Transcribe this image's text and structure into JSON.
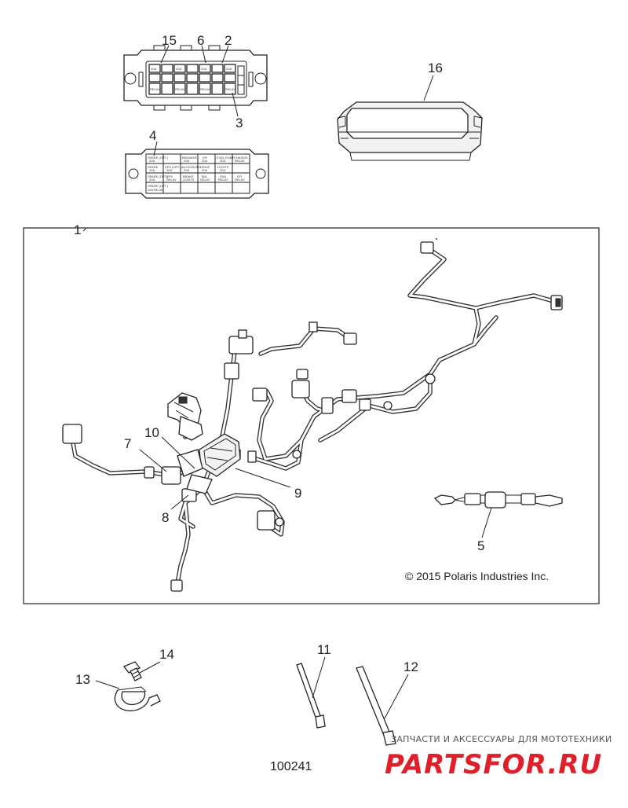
{
  "callouts": {
    "c1": "1",
    "c2": "2",
    "c3": "3",
    "c4": "4",
    "c5": "5",
    "c6": "6",
    "c7": "7",
    "c8": "8",
    "c9": "9",
    "c10": "10",
    "c11": "11",
    "c12": "12",
    "c13": "13",
    "c14": "14",
    "c15": "15",
    "c16": "16"
  },
  "copyright": "© 2015 Polaris Industries Inc.",
  "diagram_ref": "100241",
  "watermark": {
    "tagline": "ЗАПЧАСТИ И АКСЕССУАРЫ ДЛЯ МОТОТЕХНИКИ",
    "logo_text": "PARTSFOR.RU",
    "logo_color": "#e01f2b"
  },
  "fuse_labels": {
    "c1r1": "SPARE (OPT.)",
    "c1r1b": "20A",
    "c1r2": "SPARE",
    "c1r2b": "20A",
    "c1r3": "SPARE (OPT.)",
    "c1r3b": "20A",
    "c1r4": "SPARE (OPT.)",
    "c1r4b": "10A RELAY",
    "c2r2": "EPS (OPT.)",
    "c2r2b": "20A",
    "c2r3": "EPS",
    "c2r3b": "RELAY",
    "c3r1": "BREAKER",
    "c3r1b": "20A",
    "c3r2": "ACCESSORY",
    "c3r2b": "20A",
    "c3r3": "BRAKE",
    "c3r3b": "LIGHTS",
    "c4r1": "EFI",
    "c4r1b": "20A",
    "c4r2": "DRIVE",
    "c4r2b": "20A",
    "c4r3": "TAIL",
    "c4r3b": "RELAY",
    "c5r1": "FUEL PUMP",
    "c5r1b": "20A",
    "c5r2": "LIGHTS",
    "c5r2b": "20A",
    "c5r3": "FAN",
    "c5r3b": "RELAY",
    "c6r1": "CHASSIS",
    "c6r1b": "RELAY",
    "c6r3": "EFI",
    "c6r3b": "RELAY"
  },
  "relay_tiles": [
    "20A",
    "20A",
    "20A",
    "20A",
    "RELAY",
    "RELAY",
    "RELAY",
    "RELAY"
  ]
}
